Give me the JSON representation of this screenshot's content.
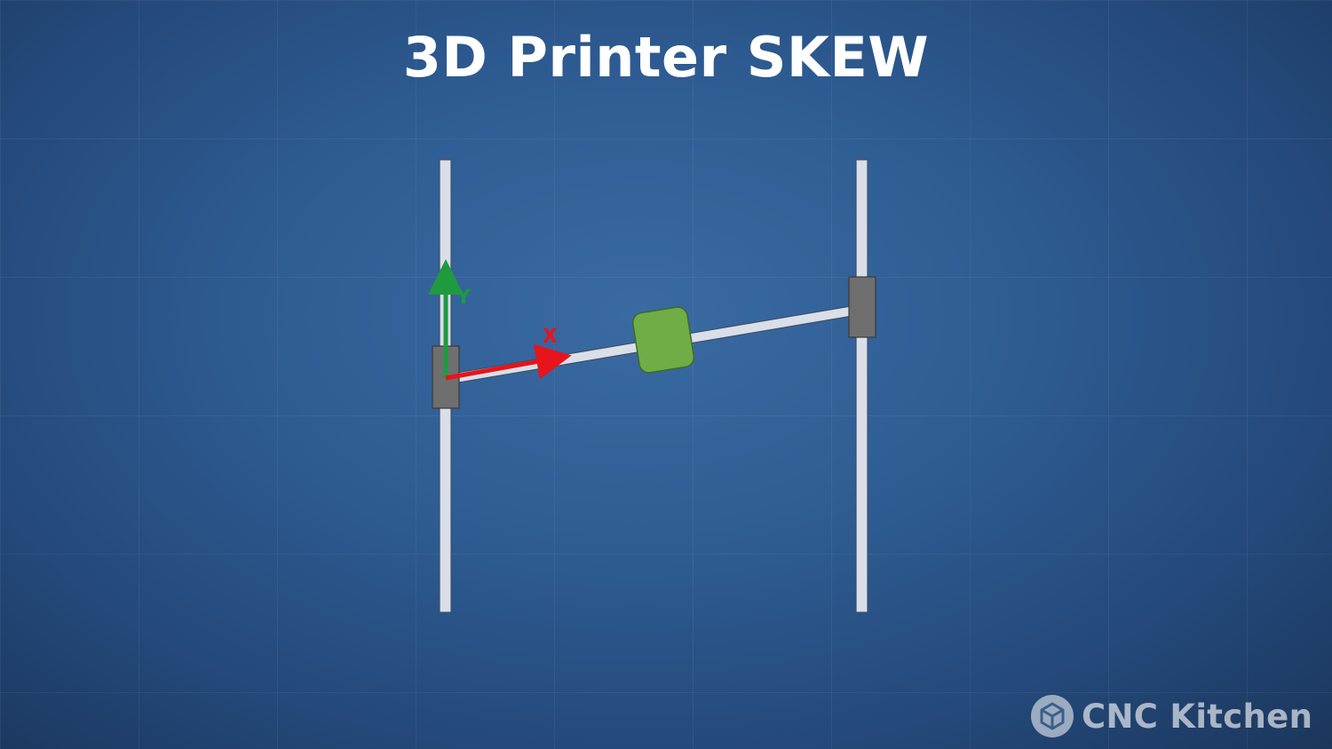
{
  "title": "3D Printer SKEW",
  "axes": {
    "x_label": "X",
    "y_label": "Y",
    "x_color": "#e8141b",
    "y_color": "#1f9a3f"
  },
  "colors": {
    "rail": "#d9dee9",
    "carriage": "#6f6f6f",
    "toolhead": "#70ad47",
    "background": "#2f5e95"
  },
  "brand": {
    "name": "CNC Kitchen",
    "icon": "cnc-kitchen-cube-logo"
  }
}
